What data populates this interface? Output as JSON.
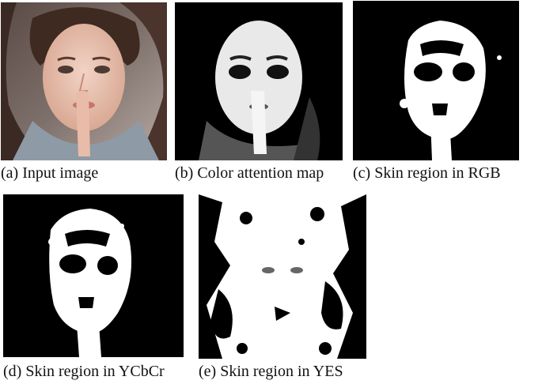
{
  "figure": {
    "panels": [
      {
        "caption": "(a) Input image"
      },
      {
        "caption": "(b) Color attention map"
      },
      {
        "caption": "(c) Skin region in RGB"
      },
      {
        "caption": "(d) Skin region in YCbCr"
      },
      {
        "caption": "(e) Skin region in YES"
      }
    ]
  },
  "colors": {
    "background": "#ffffff",
    "mask_black": "#000000",
    "mask_white": "#ffffff"
  }
}
